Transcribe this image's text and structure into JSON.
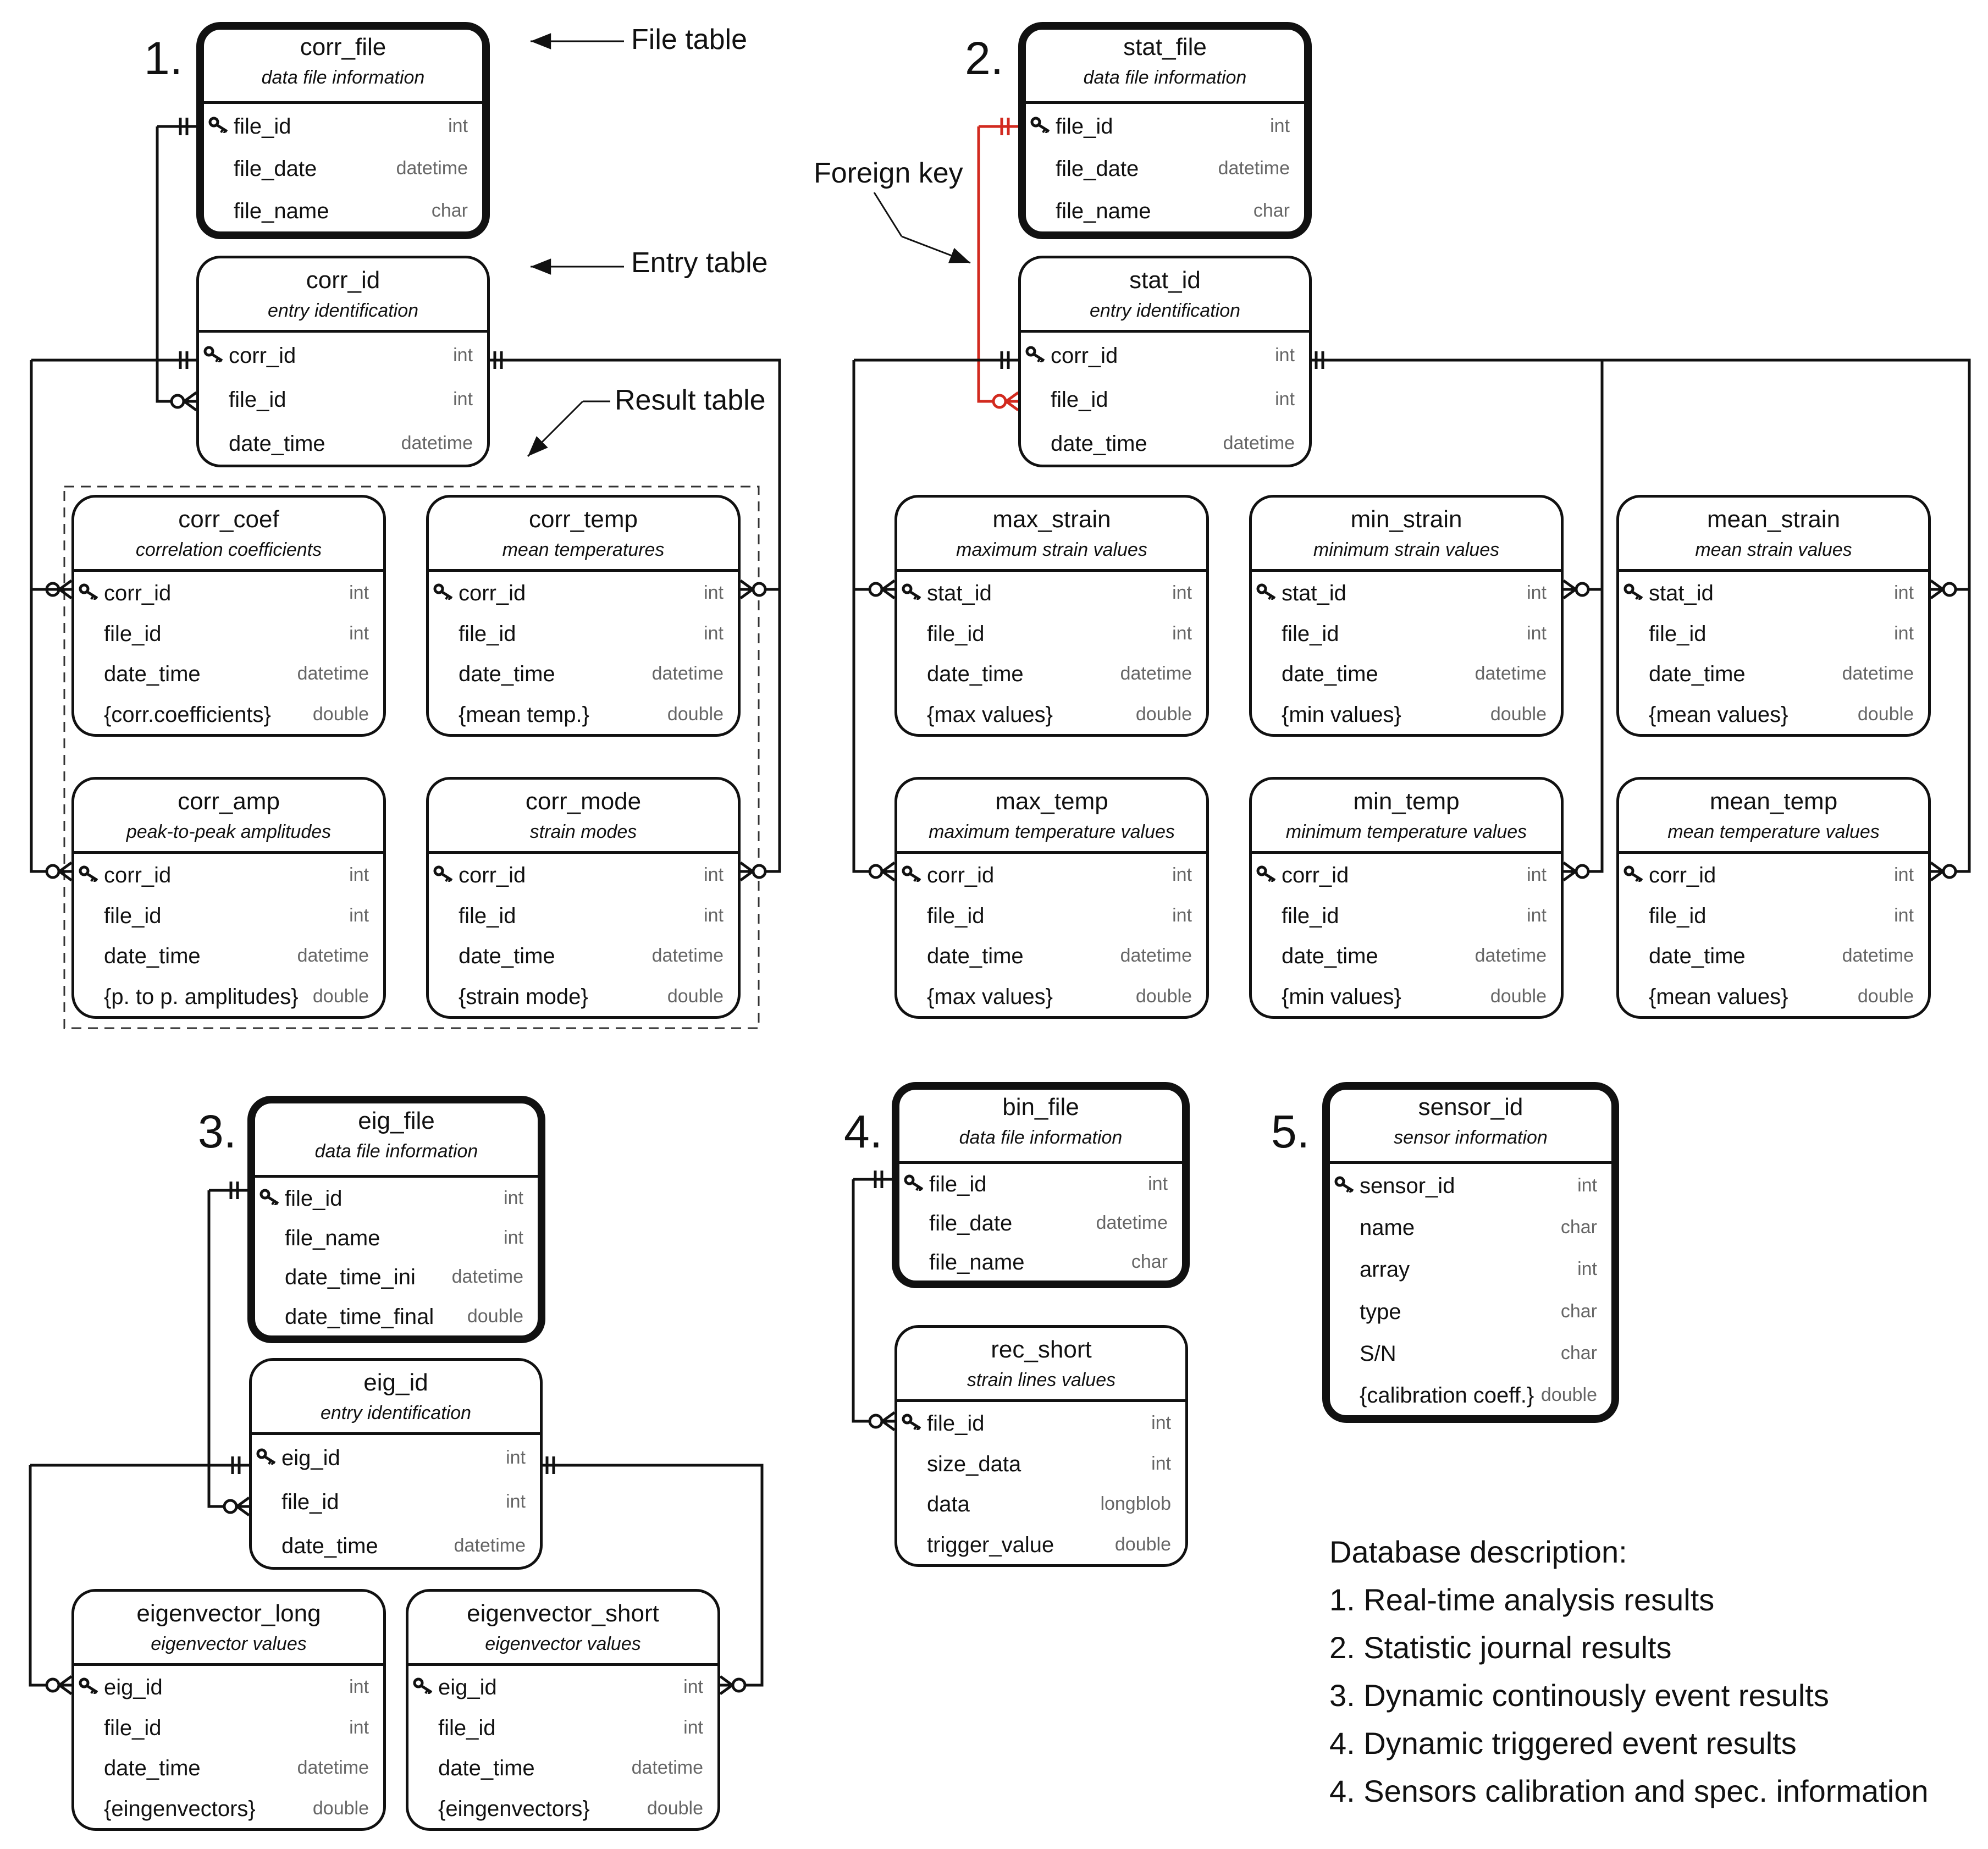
{
  "annotations": {
    "file_table": "File table",
    "entry_table": "Entry table",
    "result_table": "Result table",
    "foreign_key": "Foreign key"
  },
  "group_numbers": [
    "1.",
    "2.",
    "3.",
    "4.",
    "5."
  ],
  "entities": {
    "corr_file": {
      "name": "corr_file",
      "subtitle": "data file information",
      "fields": [
        {
          "name": "file_id",
          "type": "int",
          "key": true
        },
        {
          "name": "file_date",
          "type": "datetime"
        },
        {
          "name": "file_name",
          "type": "char"
        }
      ]
    },
    "corr_id": {
      "name": "corr_id",
      "subtitle": "entry identification",
      "fields": [
        {
          "name": "corr_id",
          "type": "int",
          "key": true
        },
        {
          "name": "file_id",
          "type": "int"
        },
        {
          "name": "date_time",
          "type": "datetime"
        }
      ]
    },
    "corr_coef": {
      "name": "corr_coef",
      "subtitle": "correlation coefficients",
      "fields": [
        {
          "name": "corr_id",
          "type": "int",
          "key": true
        },
        {
          "name": "file_id",
          "type": "int"
        },
        {
          "name": "date_time",
          "type": "datetime"
        },
        {
          "name": "{corr.coefficients}",
          "type": "double"
        }
      ]
    },
    "corr_temp": {
      "name": "corr_temp",
      "subtitle": "mean temperatures",
      "fields": [
        {
          "name": "corr_id",
          "type": "int",
          "key": true
        },
        {
          "name": "file_id",
          "type": "int"
        },
        {
          "name": "date_time",
          "type": "datetime"
        },
        {
          "name": "{mean temp.}",
          "type": "double"
        }
      ]
    },
    "corr_amp": {
      "name": "corr_amp",
      "subtitle": "peak-to-peak amplitudes",
      "fields": [
        {
          "name": "corr_id",
          "type": "int",
          "key": true
        },
        {
          "name": "file_id",
          "type": "int"
        },
        {
          "name": "date_time",
          "type": "datetime"
        },
        {
          "name": "{p. to p. amplitudes}",
          "type": "double"
        }
      ]
    },
    "corr_mode": {
      "name": "corr_mode",
      "subtitle": "strain modes",
      "fields": [
        {
          "name": "corr_id",
          "type": "int",
          "key": true
        },
        {
          "name": "file_id",
          "type": "int"
        },
        {
          "name": "date_time",
          "type": "datetime"
        },
        {
          "name": "{strain mode}",
          "type": "double"
        }
      ]
    },
    "stat_file": {
      "name": "stat_file",
      "subtitle": "data file information",
      "fields": [
        {
          "name": "file_id",
          "type": "int",
          "key": true
        },
        {
          "name": "file_date",
          "type": "datetime"
        },
        {
          "name": "file_name",
          "type": "char"
        }
      ]
    },
    "stat_id": {
      "name": "stat_id",
      "subtitle": "entry identification",
      "fields": [
        {
          "name": "corr_id",
          "type": "int",
          "key": true
        },
        {
          "name": "file_id",
          "type": "int"
        },
        {
          "name": "date_time",
          "type": "datetime"
        }
      ]
    },
    "max_strain": {
      "name": "max_strain",
      "subtitle": "maximum strain values",
      "fields": [
        {
          "name": "stat_id",
          "type": "int",
          "key": true
        },
        {
          "name": "file_id",
          "type": "int"
        },
        {
          "name": "date_time",
          "type": "datetime"
        },
        {
          "name": "{max values}",
          "type": "double"
        }
      ]
    },
    "min_strain": {
      "name": "min_strain",
      "subtitle": "minimum strain values",
      "fields": [
        {
          "name": "stat_id",
          "type": "int",
          "key": true
        },
        {
          "name": "file_id",
          "type": "int"
        },
        {
          "name": "date_time",
          "type": "datetime"
        },
        {
          "name": "{min values}",
          "type": "double"
        }
      ]
    },
    "mean_strain": {
      "name": "mean_strain",
      "subtitle": "mean strain values",
      "fields": [
        {
          "name": "stat_id",
          "type": "int",
          "key": true
        },
        {
          "name": "file_id",
          "type": "int"
        },
        {
          "name": "date_time",
          "type": "datetime"
        },
        {
          "name": "{mean values}",
          "type": "double"
        }
      ]
    },
    "max_temp": {
      "name": "max_temp",
      "subtitle": "maximum temperature values",
      "fields": [
        {
          "name": "corr_id",
          "type": "int",
          "key": true
        },
        {
          "name": "file_id",
          "type": "int"
        },
        {
          "name": "date_time",
          "type": "datetime"
        },
        {
          "name": "{max values}",
          "type": "double"
        }
      ]
    },
    "min_temp": {
      "name": "min_temp",
      "subtitle": "minimum temperature values",
      "fields": [
        {
          "name": "corr_id",
          "type": "int",
          "key": true
        },
        {
          "name": "file_id",
          "type": "int"
        },
        {
          "name": "date_time",
          "type": "datetime"
        },
        {
          "name": "{min values}",
          "type": "double"
        }
      ]
    },
    "mean_temp": {
      "name": "mean_temp",
      "subtitle": "mean temperature values",
      "fields": [
        {
          "name": "corr_id",
          "type": "int",
          "key": true
        },
        {
          "name": "file_id",
          "type": "int"
        },
        {
          "name": "date_time",
          "type": "datetime"
        },
        {
          "name": "{mean values}",
          "type": "double"
        }
      ]
    },
    "eig_file": {
      "name": "eig_file",
      "subtitle": "data file information",
      "fields": [
        {
          "name": "file_id",
          "type": "int",
          "key": true
        },
        {
          "name": "file_name",
          "type": "int"
        },
        {
          "name": "date_time_ini",
          "type": "datetime"
        },
        {
          "name": "date_time_final",
          "type": "double"
        }
      ]
    },
    "eig_id": {
      "name": "eig_id",
      "subtitle": "entry identification",
      "fields": [
        {
          "name": "eig_id",
          "type": "int",
          "key": true
        },
        {
          "name": "file_id",
          "type": "int"
        },
        {
          "name": "date_time",
          "type": "datetime"
        }
      ]
    },
    "eigenvector_long": {
      "name": "eigenvector_long",
      "subtitle": "eigenvector values",
      "fields": [
        {
          "name": "eig_id",
          "type": "int",
          "key": true
        },
        {
          "name": "file_id",
          "type": "int"
        },
        {
          "name": "date_time",
          "type": "datetime"
        },
        {
          "name": "{eingenvectors}",
          "type": "double"
        }
      ]
    },
    "eigenvector_short": {
      "name": "eigenvector_short",
      "subtitle": "eigenvector values",
      "fields": [
        {
          "name": "eig_id",
          "type": "int",
          "key": true
        },
        {
          "name": "file_id",
          "type": "int"
        },
        {
          "name": "date_time",
          "type": "datetime"
        },
        {
          "name": "{eingenvectors}",
          "type": "double"
        }
      ]
    },
    "bin_file": {
      "name": "bin_file",
      "subtitle": "data file information",
      "fields": [
        {
          "name": "file_id",
          "type": "int",
          "key": true
        },
        {
          "name": "file_date",
          "type": "datetime"
        },
        {
          "name": "file_name",
          "type": "char"
        }
      ]
    },
    "rec_short": {
      "name": "rec_short",
      "subtitle": "strain lines values",
      "fields": [
        {
          "name": "file_id",
          "type": "int",
          "key": true
        },
        {
          "name": "size_data",
          "type": "int"
        },
        {
          "name": "data",
          "type": "longblob"
        },
        {
          "name": "trigger_value",
          "type": "double"
        }
      ]
    },
    "sensor_id": {
      "name": "sensor_id",
      "subtitle": "sensor information",
      "fields": [
        {
          "name": "sensor_id",
          "type": "int",
          "key": true
        },
        {
          "name": "name",
          "type": "char"
        },
        {
          "name": "array",
          "type": "int"
        },
        {
          "name": "type",
          "type": "char"
        },
        {
          "name": "S/N",
          "type": "char"
        },
        {
          "name": "{calibration coeff.}",
          "type": "double"
        }
      ]
    }
  },
  "description": {
    "title": "Database description:",
    "items": [
      "1. Real-time analysis results",
      "2. Statistic journal results",
      "3. Dynamic continously event results",
      "4. Dynamic triggered event results",
      "4. Sensors calibration and spec. information"
    ]
  },
  "colors": {
    "line": "#111111",
    "foreign_key": "#d22a1f",
    "type_text": "#666666"
  }
}
